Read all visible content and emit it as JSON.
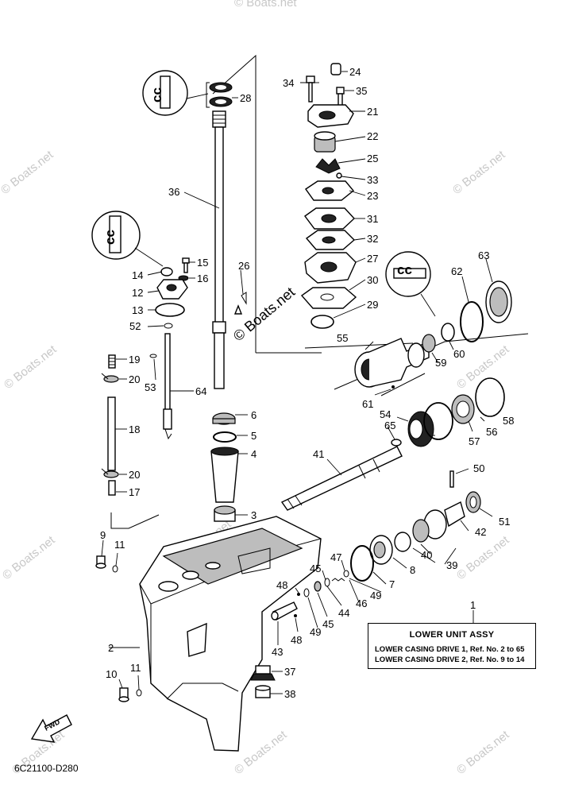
{
  "diagram": {
    "code": "6C21100-D280",
    "fwd_label": "FWD",
    "watermark": "© Boats.net",
    "legend": {
      "title": "LOWER UNIT ASSY",
      "row1": "LOWER CASING DRIVE 1, Ref. No. 2 to 65",
      "row2": "LOWER CASING DRIVE 2, Ref. No. 9 to 14"
    },
    "callouts": [
      {
        "id": "c1",
        "text": "1"
      },
      {
        "id": "c2",
        "text": "2"
      },
      {
        "id": "c3",
        "text": "3"
      },
      {
        "id": "c4",
        "text": "4"
      },
      {
        "id": "c5",
        "text": "5"
      },
      {
        "id": "c6",
        "text": "6"
      },
      {
        "id": "c7",
        "text": "7"
      },
      {
        "id": "c8",
        "text": "8"
      },
      {
        "id": "c9",
        "text": "9"
      },
      {
        "id": "c10",
        "text": "10"
      },
      {
        "id": "c11a",
        "text": "11"
      },
      {
        "id": "c11b",
        "text": "11"
      },
      {
        "id": "c12",
        "text": "12"
      },
      {
        "id": "c13",
        "text": "13"
      },
      {
        "id": "c14",
        "text": "14"
      },
      {
        "id": "c15",
        "text": "15"
      },
      {
        "id": "c16",
        "text": "16"
      },
      {
        "id": "c17",
        "text": "17"
      },
      {
        "id": "c18",
        "text": "18"
      },
      {
        "id": "c19",
        "text": "19"
      },
      {
        "id": "c20a",
        "text": "20"
      },
      {
        "id": "c20b",
        "text": "20"
      },
      {
        "id": "c21",
        "text": "21"
      },
      {
        "id": "c22",
        "text": "22"
      },
      {
        "id": "c23a",
        "text": "23"
      },
      {
        "id": "c24",
        "text": "24"
      },
      {
        "id": "c25",
        "text": "25"
      },
      {
        "id": "c26",
        "text": "26"
      },
      {
        "id": "c27",
        "text": "27"
      },
      {
        "id": "c28",
        "text": "28"
      },
      {
        "id": "c29",
        "text": "29"
      },
      {
        "id": "c30",
        "text": "30"
      },
      {
        "id": "c31",
        "text": "31"
      },
      {
        "id": "c32",
        "text": "32"
      },
      {
        "id": "c33",
        "text": "33"
      },
      {
        "id": "c34",
        "text": "34"
      },
      {
        "id": "c35",
        "text": "35"
      },
      {
        "id": "c36",
        "text": "36"
      },
      {
        "id": "c37",
        "text": "37"
      },
      {
        "id": "c38",
        "text": "38"
      },
      {
        "id": "c39",
        "text": "39"
      },
      {
        "id": "c40",
        "text": "40"
      },
      {
        "id": "c41",
        "text": "41"
      },
      {
        "id": "c42",
        "text": "42"
      },
      {
        "id": "c43",
        "text": "43"
      },
      {
        "id": "c44",
        "text": "44"
      },
      {
        "id": "c45a",
        "text": "45"
      },
      {
        "id": "c45b",
        "text": "45"
      },
      {
        "id": "c46",
        "text": "46"
      },
      {
        "id": "c47",
        "text": "47"
      },
      {
        "id": "c48a",
        "text": "48"
      },
      {
        "id": "c48b",
        "text": "48"
      },
      {
        "id": "c49a",
        "text": "49"
      },
      {
        "id": "c49b",
        "text": "49"
      },
      {
        "id": "c50",
        "text": "50"
      },
      {
        "id": "c51",
        "text": "51"
      },
      {
        "id": "c52",
        "text": "52"
      },
      {
        "id": "c53",
        "text": "53"
      },
      {
        "id": "c54",
        "text": "54"
      },
      {
        "id": "c55",
        "text": "55"
      },
      {
        "id": "c56",
        "text": "56"
      },
      {
        "id": "c57",
        "text": "57"
      },
      {
        "id": "c58",
        "text": "58"
      },
      {
        "id": "c59",
        "text": "59"
      },
      {
        "id": "c60",
        "text": "60"
      },
      {
        "id": "c61",
        "text": "61"
      },
      {
        "id": "c62",
        "text": "62"
      },
      {
        "id": "c63",
        "text": "63"
      },
      {
        "id": "c64",
        "text": "64"
      },
      {
        "id": "c65",
        "text": "65"
      }
    ]
  }
}
